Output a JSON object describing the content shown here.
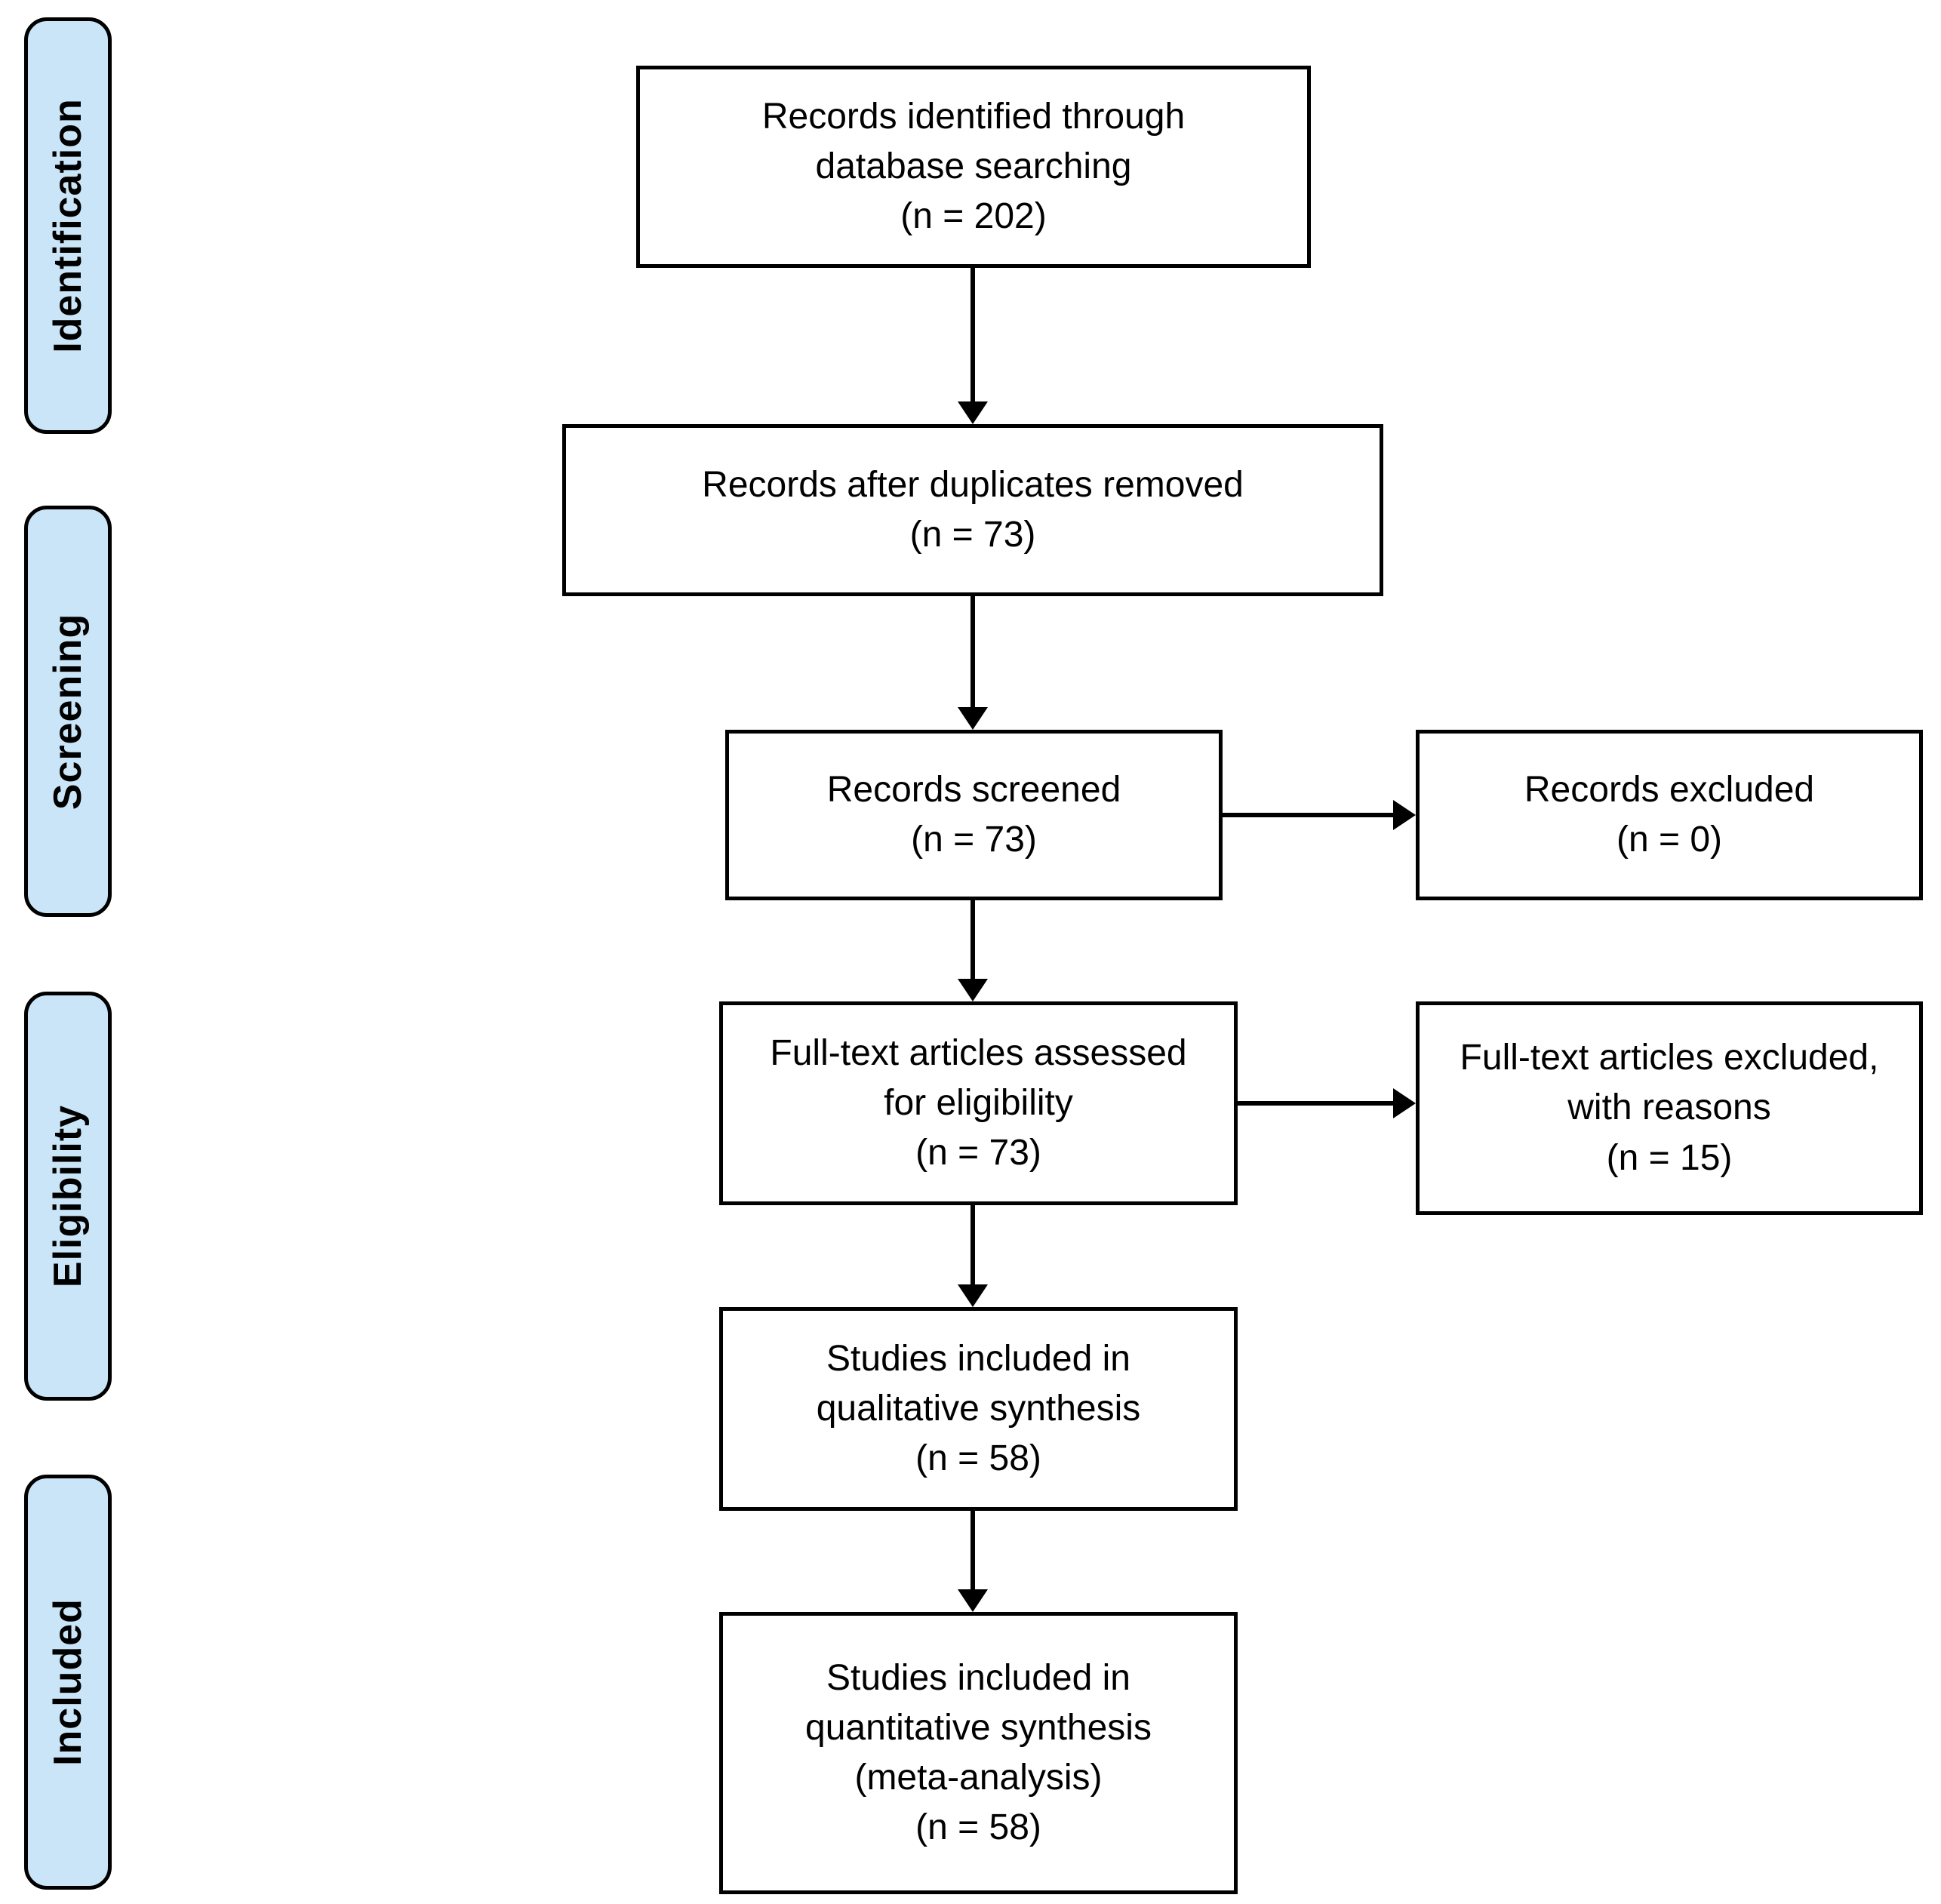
{
  "diagram": {
    "type": "prisma-flow-diagram",
    "stages": {
      "identification": "Identification",
      "screening": "Screening",
      "eligibility": "Eligibility",
      "included": "Included"
    },
    "boxes": {
      "identified": {
        "line1": "Records identified through",
        "line2": "database searching",
        "count": "(n = 202)"
      },
      "duplicates_removed": {
        "line1": "Records after duplicates removed",
        "count": "(n = 73)"
      },
      "screened": {
        "line1": "Records screened",
        "count": "(n = 73)"
      },
      "excluded": {
        "line1": "Records excluded",
        "count": "(n = 0)"
      },
      "fulltext_assessed": {
        "line1": "Full-text articles assessed",
        "line2": "for eligibility",
        "count": "(n = 73)"
      },
      "fulltext_excluded": {
        "line1": "Full-text articles excluded,",
        "line2": "with reasons",
        "count": "(n = 15)"
      },
      "qualitative": {
        "line1": "Studies included in",
        "line2": "qualitative synthesis",
        "count": "(n = 58)"
      },
      "quantitative": {
        "line1": "Studies included in",
        "line2": "quantitative synthesis",
        "line3": "(meta-analysis)",
        "count": "(n = 58)"
      }
    },
    "colors": {
      "stage_fill": "#C9E5F7",
      "stage_border": "#000000",
      "box_fill": "#FFFFFF",
      "box_border": "#000000",
      "arrow": "#000000",
      "text": "#000000"
    }
  }
}
